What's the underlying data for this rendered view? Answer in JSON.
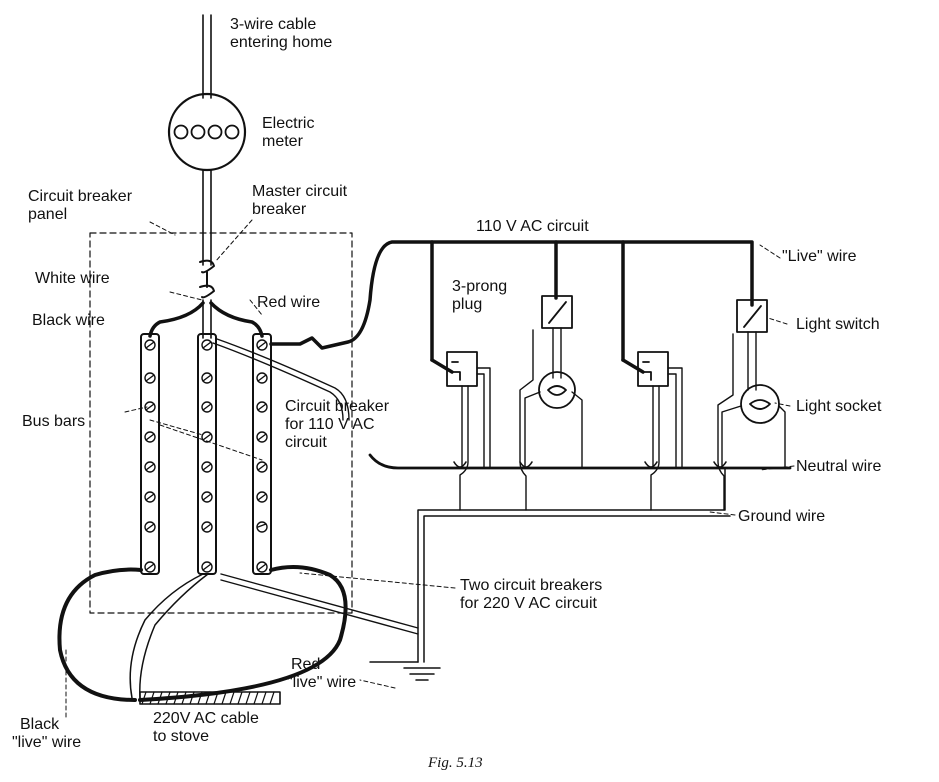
{
  "labels": {
    "cable_entering": [
      "3-wire cable",
      "entering home"
    ],
    "electric_meter": [
      "Electric",
      "meter"
    ],
    "circuit_breaker_panel": [
      "Circuit breaker",
      "panel"
    ],
    "master_circuit_breaker": [
      "Master circuit",
      "breaker"
    ],
    "ac_circuit_110": "110  V AC circuit",
    "live_wire": "\"Live\" wire",
    "white_wire": "White wire",
    "red_wire": "Red wire",
    "black_wire": "Black wire",
    "three_prong_plug": [
      "3-prong",
      "plug"
    ],
    "light_switch": "Light switch",
    "light_socket": "Light socket",
    "bus_bars": "Bus bars",
    "circuit_breaker_110": [
      "Circuit breaker",
      "for 110 V AC",
      "circuit"
    ],
    "neutral_wire": "Neutral wire",
    "ground_wire": "Ground wire",
    "two_breakers_220": [
      "Two circuit breakers",
      "for 220 V AC circuit"
    ],
    "red_live_wire": [
      "Red",
      "\"live\" wire"
    ],
    "ac_cable_220": [
      "220V AC cable",
      "to stove"
    ],
    "black_live_wire": [
      "Black",
      "\"live\" wire"
    ]
  },
  "caption": "Fig. 5.13"
}
